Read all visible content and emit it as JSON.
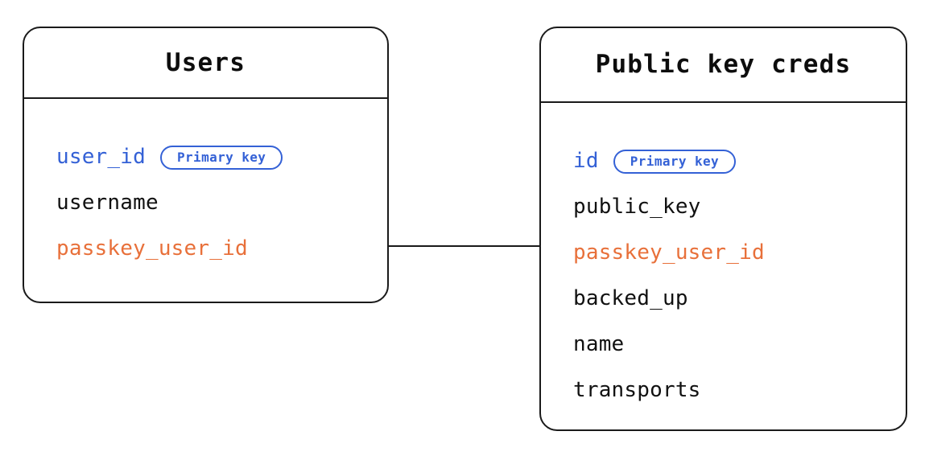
{
  "diagram": {
    "type": "entity-relationship",
    "background_color": "#ffffff",
    "line_color": "#1a1a1a",
    "colors": {
      "primary_key": "#3461D6",
      "foreign_key": "#E8703A",
      "text": "#111111",
      "border": "#1a1a1a"
    }
  },
  "entities": [
    {
      "id": "users",
      "title": "Users",
      "fields": [
        {
          "name": "user_id",
          "role": "pk",
          "badge": "Primary key"
        },
        {
          "name": "username",
          "role": "plain",
          "badge": null
        },
        {
          "name": "passkey_user_id",
          "role": "fk",
          "badge": null
        }
      ]
    },
    {
      "id": "public-key-creds",
      "title": "Public key creds",
      "fields": [
        {
          "name": "id",
          "role": "pk",
          "badge": "Primary key"
        },
        {
          "name": "public_key",
          "role": "plain",
          "badge": null
        },
        {
          "name": "passkey_user_id",
          "role": "fk",
          "badge": null
        },
        {
          "name": "backed_up",
          "role": "plain",
          "badge": null
        },
        {
          "name": "name",
          "role": "plain",
          "badge": null
        },
        {
          "name": "transports",
          "role": "plain",
          "badge": null
        }
      ]
    }
  ],
  "relationships": [
    {
      "id": "users-creds",
      "from": "users",
      "to": "public-key-creds",
      "via_field": "passkey_user_id",
      "style": "solid-line"
    }
  ]
}
